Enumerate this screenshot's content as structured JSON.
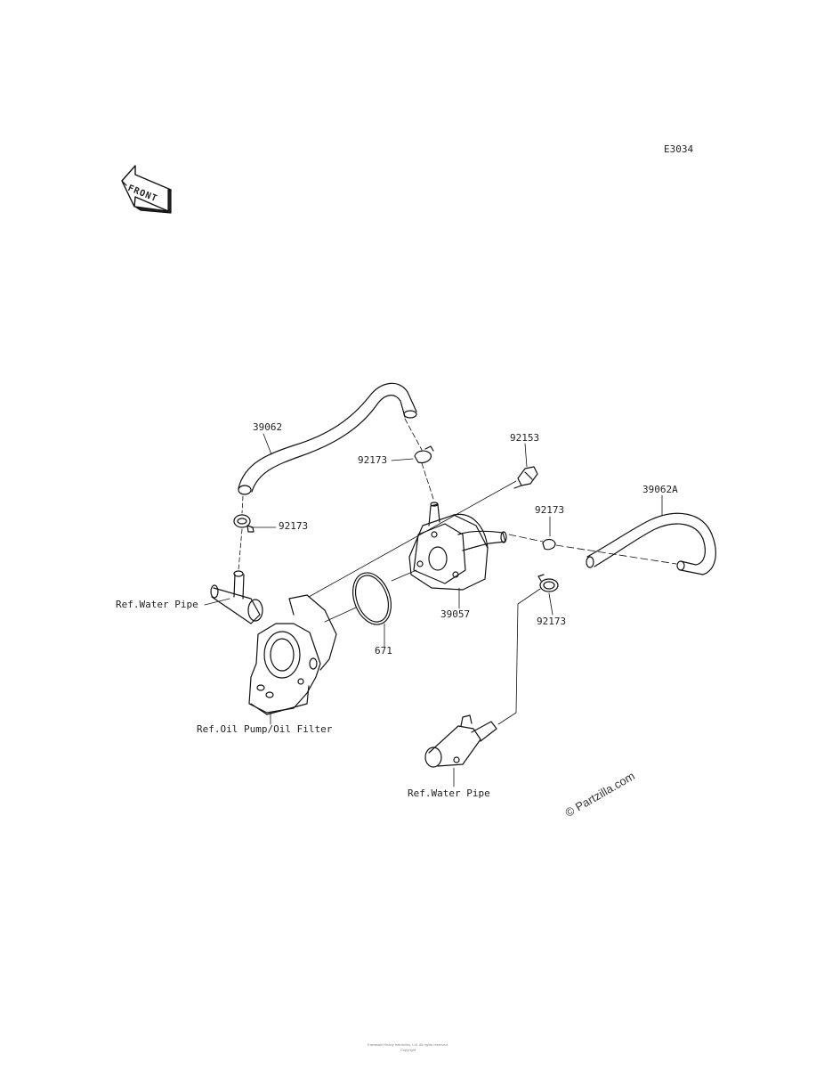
{
  "diagram_code": "E3034",
  "front_arrow_label": "FRONT",
  "parts": {
    "hose_upper": "39062",
    "hose_right": "39062A",
    "clamp_a": "92173",
    "clamp_b": "92173",
    "clamp_c": "92173",
    "clamp_d": "92173",
    "bolt": "92153",
    "oil_cooler": "39057",
    "o_ring": "671"
  },
  "refs": {
    "water_pipe_left": "Ref.Water Pipe",
    "oil_pump": "Ref.Oil Pump/Oil Filter",
    "water_pipe_bottom": "Ref.Water Pipe"
  },
  "watermark": "© Partzilla.com",
  "footer_lines": [
    "Kawasaki Heavy Industries, Ltd. All rights reserved.",
    "Copyright"
  ]
}
